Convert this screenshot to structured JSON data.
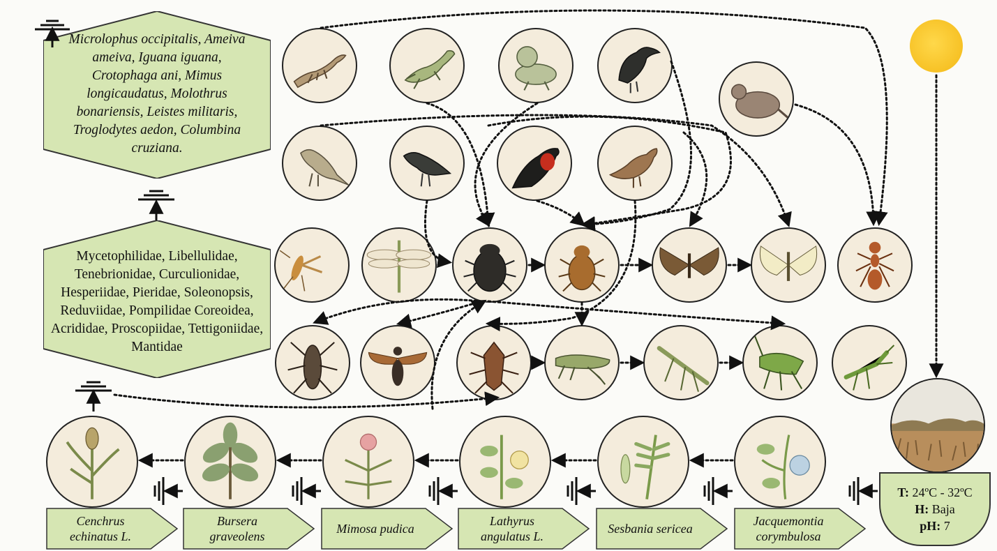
{
  "vertebrates_text": "Microlophus occipitalis, Ameiva ameiva, Iguana iguana, Crotophaga ani, Mimus longicaudatus, Molothrus bonariensis, Leistes militaris, Troglodytes aedon, Columbina cruziana.",
  "insects_text": "Mycetophilidae, Libellulidae, Tenebrionidae, Curculionidae, Hesperiidae, Pieridae, Soleonopsis, Reduviidae, Pompilidae Coreoidea, Acrididae, Proscopiidae, Tettigoniidae, Mantidae",
  "plants": [
    {
      "line1": "Cenchrus",
      "line2": "echinatus L."
    },
    {
      "line1": "Bursera",
      "line2": "graveolens"
    },
    {
      "line1": "Mimosa pudica",
      "line2": ""
    },
    {
      "line1": "Lathyrus",
      "line2": "angulatus L."
    },
    {
      "line1": "Sesbania sericea",
      "line2": ""
    },
    {
      "line1": "Jacquemontia",
      "line2": "corymbulosa"
    }
  ],
  "conditions": {
    "t_label": "T:",
    "t_value": "24ºC - 32ºC",
    "h_label": "H:",
    "h_value": "Baja",
    "ph_label": "pH:",
    "ph_value": "7"
  },
  "colors": {
    "panel_green": "#d6e6b3",
    "sun": "#f5c518",
    "arrow": "#111111"
  },
  "icons": {
    "sun": "sun-icon",
    "ground": "ground-symbol-icon",
    "habitat": "dry-grassland-icon"
  }
}
